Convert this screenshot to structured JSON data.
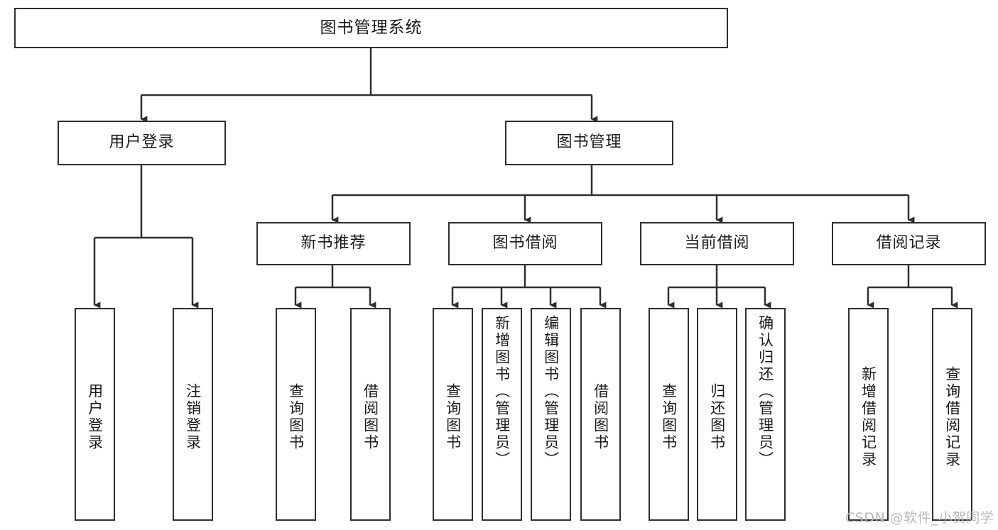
{
  "diagram": {
    "title": "图书管理系统",
    "type": "hierarchy-tree",
    "root": {
      "label": "图书管理系统"
    },
    "level2": [
      {
        "label": "用户登录"
      },
      {
        "label": "图书管理"
      }
    ],
    "level3": [
      {
        "label": "新书推荐"
      },
      {
        "label": "图书借阅"
      },
      {
        "label": "当前借阅"
      },
      {
        "label": "借阅记录"
      }
    ],
    "leaves": {
      "user_login": [
        {
          "label": "用户登录"
        },
        {
          "label": "注销登录"
        }
      ],
      "new_book_recommend": [
        {
          "label": "查询图书"
        },
        {
          "label": "借阅图书"
        }
      ],
      "book_borrow": [
        {
          "label": "查询图书"
        },
        {
          "label": "新增图书（管理员）"
        },
        {
          "label": "编辑图书（管理员）"
        },
        {
          "label": "借阅图书"
        }
      ],
      "current_borrow": [
        {
          "label": "查询图书"
        },
        {
          "label": "归还图书"
        },
        {
          "label": "确认归还（管理员）"
        }
      ],
      "borrow_record": [
        {
          "label": "新增借阅记录"
        },
        {
          "label": "查询借阅记录"
        }
      ]
    }
  },
  "watermark": {
    "text": "CSDN @软件_小贺同学"
  },
  "colors": {
    "stroke": "#2f2f2f",
    "background": "#ffffff",
    "text": "#1a1a1a",
    "watermark": "#b9b9b9"
  }
}
